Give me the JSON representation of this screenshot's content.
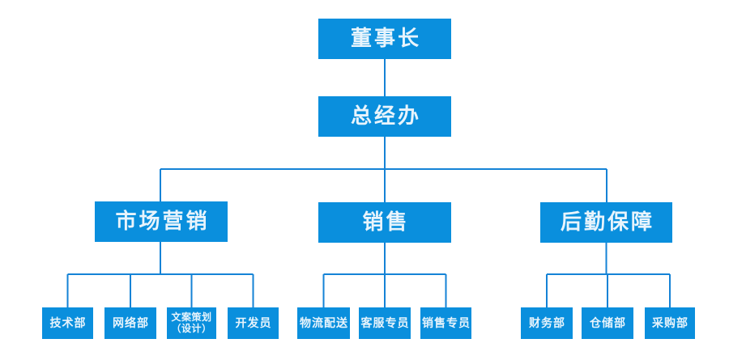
{
  "diagram": {
    "type": "org-chart",
    "colors": {
      "background": "#ffffff",
      "node_fill": "#0a8fdd",
      "node_text": "#e8f4fc",
      "connector": "#1583d6"
    },
    "org": {
      "level1": {
        "label": "董事长"
      },
      "level2": {
        "label": "总经办"
      },
      "branches": [
        {
          "label": "市场营销",
          "children": [
            {
              "label": "技术部"
            },
            {
              "label": "网络部"
            },
            {
              "label": "文案策划",
              "label2": "（设计）"
            },
            {
              "label": "开发员"
            }
          ]
        },
        {
          "label": "销售",
          "children": [
            {
              "label": "物流配送"
            },
            {
              "label": "客服专员"
            },
            {
              "label": "销售专员"
            }
          ]
        },
        {
          "label": "后勤保障",
          "children": [
            {
              "label": "财务部"
            },
            {
              "label": "仓储部"
            },
            {
              "label": "采购部"
            }
          ]
        }
      ]
    }
  }
}
